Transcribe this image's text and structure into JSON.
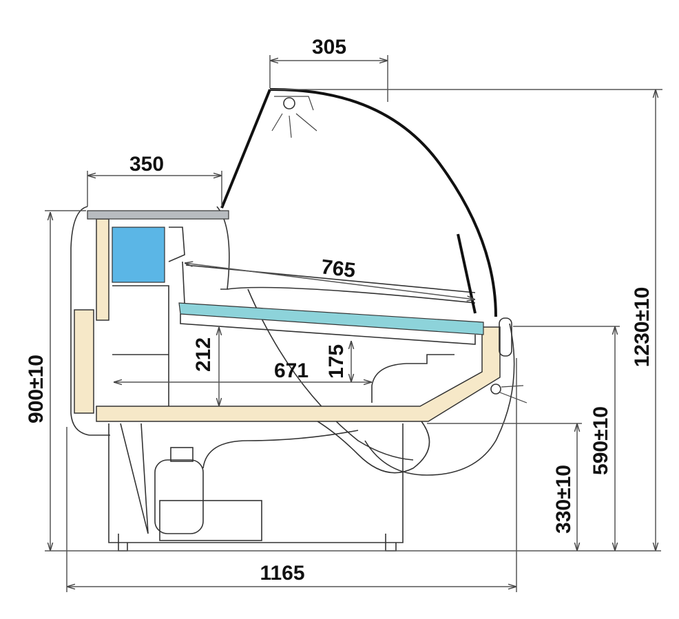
{
  "title": "Refrigerated display counter side section",
  "dimensions": {
    "top_width": "305",
    "counter_depth": "350",
    "shelf_depth": "765",
    "shelf_height": "212",
    "base_depth": "671",
    "shelf_step": "175",
    "total_height_rear": "900±10",
    "total_height": "1230±10",
    "front_height": "590±10",
    "base_height": "330±10",
    "total_depth": "1165"
  },
  "colors": {
    "wood": "#f6e8c8",
    "blue_box": "#5bb6e6",
    "glass_shelf": "#8dd3da"
  }
}
